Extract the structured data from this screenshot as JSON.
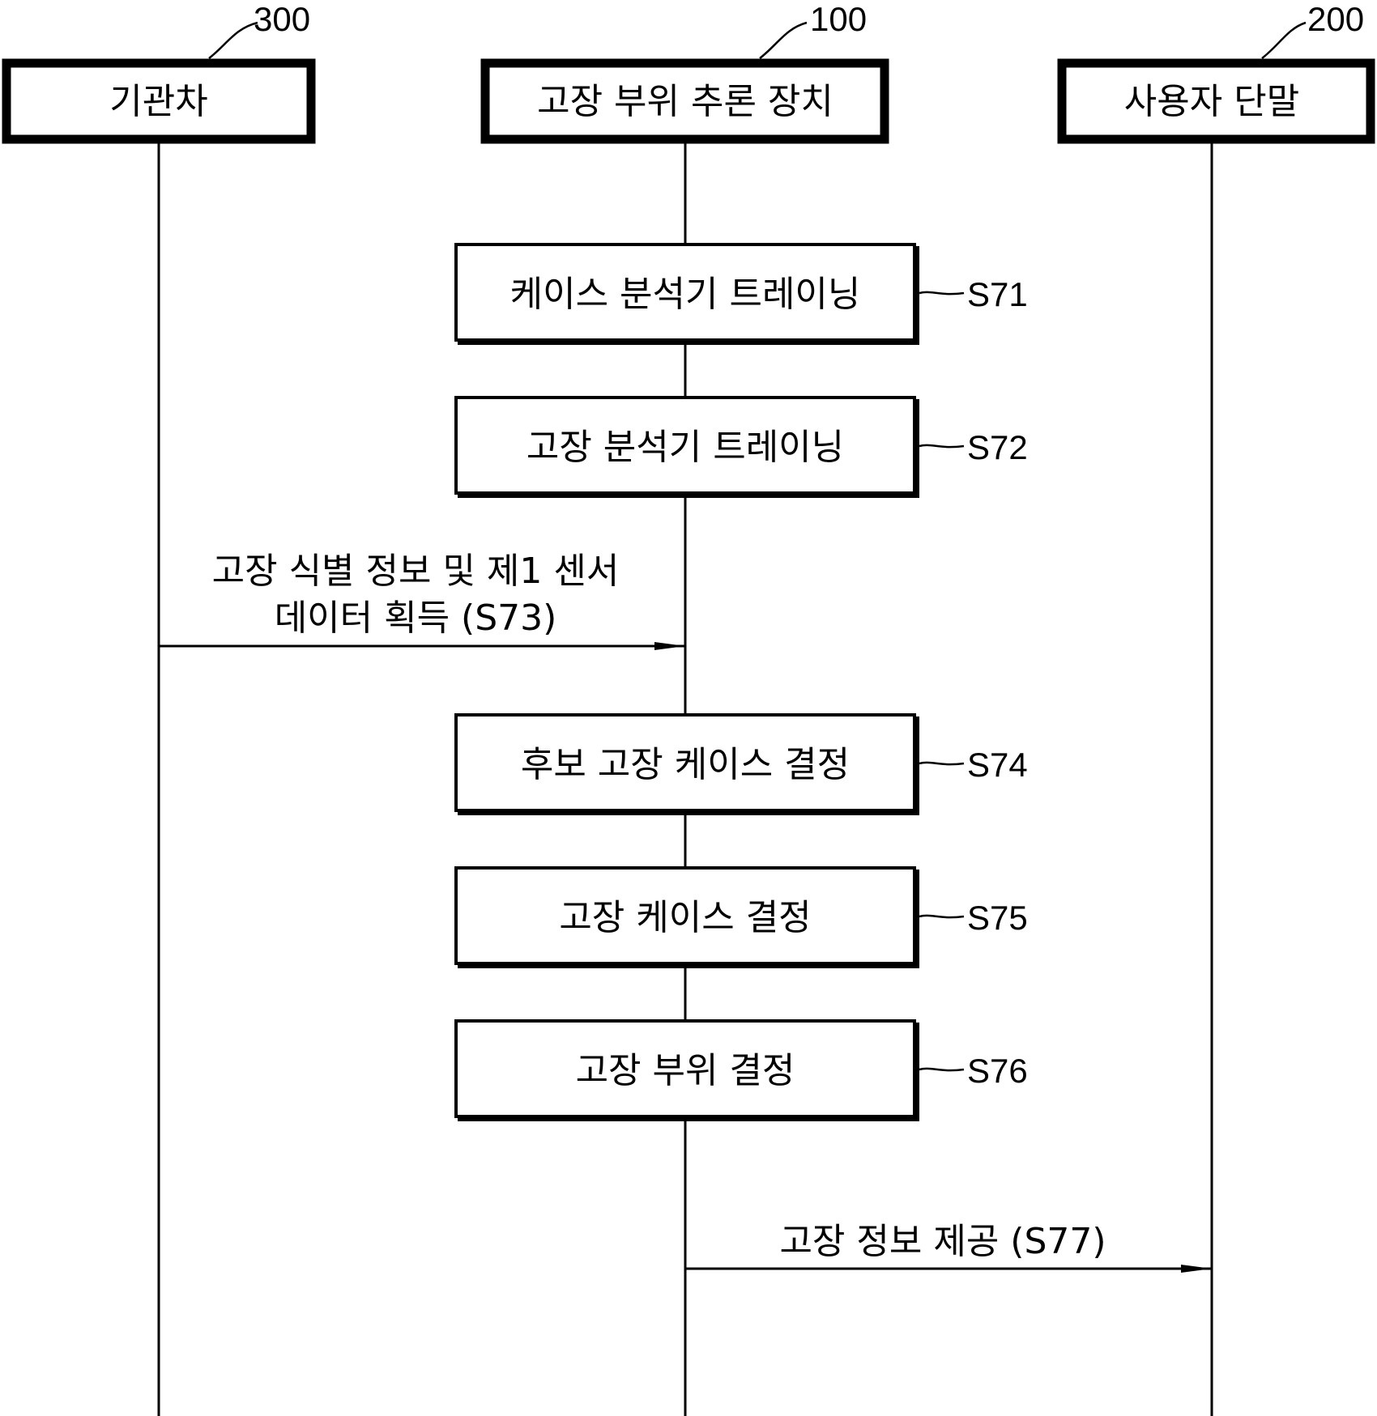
{
  "entities": [
    {
      "ref": "300",
      "label": "기관차"
    },
    {
      "ref": "100",
      "label": "고장 부위 추론 장치"
    },
    {
      "ref": "200",
      "label": "사용자 단말"
    }
  ],
  "steps": [
    {
      "id": "S71",
      "label": "케이스 분석기 트레이닝"
    },
    {
      "id": "S72",
      "label": "고장 분석기 트레이닝"
    },
    {
      "id": "S74",
      "label": "후보 고장 케이스 결정"
    },
    {
      "id": "S75",
      "label": "고장 케이스 결정"
    },
    {
      "id": "S76",
      "label": "고장 부위 결정"
    }
  ],
  "messages": [
    {
      "line1": "고장 식별 정보 및 제1 센서",
      "line2": "데이터 획득 (S73)"
    },
    {
      "line1": "고장 정보 제공 (S77)"
    }
  ]
}
